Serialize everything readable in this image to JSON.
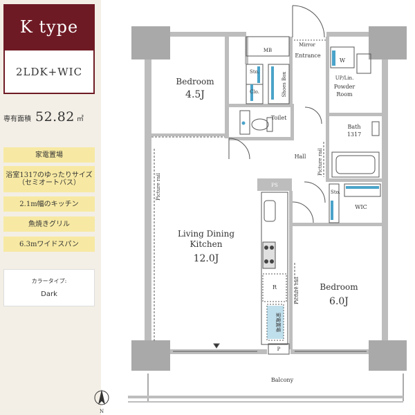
{
  "header": {
    "type_label": "K type",
    "layout": "2LDK+WIC",
    "area_label": "専有面積",
    "area_value": "52.82",
    "area_unit": "㎡"
  },
  "features": [
    {
      "lines": [
        "家電置場"
      ]
    },
    {
      "lines": [
        "浴室1317のゆったりサイズ",
        "（セミオートバス）"
      ]
    },
    {
      "lines": [
        "2.1m幅のキッチン"
      ]
    },
    {
      "lines": [
        "魚焼きグリル"
      ]
    },
    {
      "lines": [
        "6.3mワイドスパン"
      ]
    }
  ],
  "color": {
    "label": "カラータイプ:",
    "value": "Dark"
  },
  "plan": {
    "bedroom_top": {
      "name": "Bedroom",
      "size": "4.5J"
    },
    "ldk": {
      "name_line1": "Living Dining",
      "name_line2": "Kitchen",
      "size": "12.0J"
    },
    "bedroom_bottom": {
      "name": "Bedroom",
      "size": "6.0J"
    },
    "toilet": "Toilet",
    "hall": "Hall",
    "bath": {
      "name": "Bath",
      "size": "1317"
    },
    "powder_line1": "UP/Lin.",
    "powder_line2": "Powder",
    "powder_line3": "Room",
    "entrance": "Entrance",
    "mirror": "Mirror",
    "mb": "MB",
    "sto": "Sto.",
    "clo": "Clo.",
    "shoes_box": "Shoes Box",
    "ps": "PS",
    "wic": "WIC",
    "refrigerator": "R",
    "w": "W",
    "p": "P",
    "appliance": "家電置場",
    "picture_rail": "Picture rail",
    "balcony": "Balcony",
    "north": "N"
  }
}
